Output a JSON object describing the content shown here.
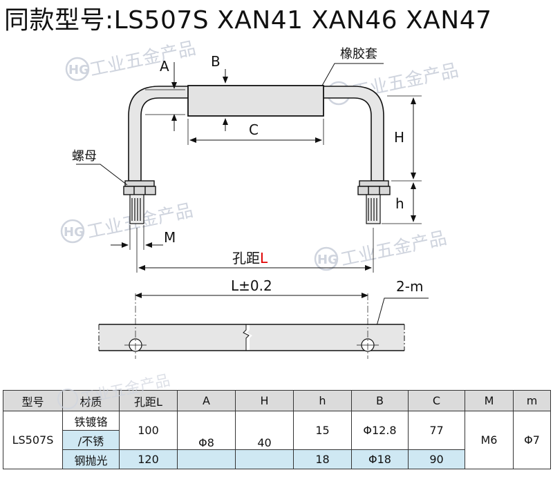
{
  "title": "同款型号:LS507S  XAN41  XAN46 XAN47",
  "watermark": "工业五金产品",
  "watermark_logo": "HG",
  "labels": {
    "A": "A",
    "B": "B",
    "C": "C",
    "H": "H",
    "h": "h",
    "M": "M",
    "rubber_sleeve": "橡胶套",
    "nut": "螺母",
    "hole_distance_prefix": "孔距",
    "hole_distance_L": "L",
    "tolerance": "L±0.2",
    "holes": "2-m"
  },
  "colors": {
    "accent_red": "#e00000",
    "row_highlight": "#cfe8f3",
    "header_bg": "#dbdbdb",
    "part_fill": "#e6e6e6"
  },
  "table": {
    "headers": [
      "型号",
      "材质",
      "孔距L",
      "A",
      "H",
      "h",
      "B",
      "C",
      "M",
      "m"
    ],
    "model": "LS507S",
    "material_lines": [
      "铁镀铬",
      "/不锈",
      "钢抛光"
    ],
    "A": "Φ8",
    "H": "40",
    "M": "M6",
    "m": "Φ7",
    "rows": [
      {
        "L": "100",
        "h": "15",
        "B": "Φ12.8",
        "C": "77"
      },
      {
        "L": "120",
        "h": "18",
        "B": "Φ18",
        "C": "90"
      }
    ]
  }
}
